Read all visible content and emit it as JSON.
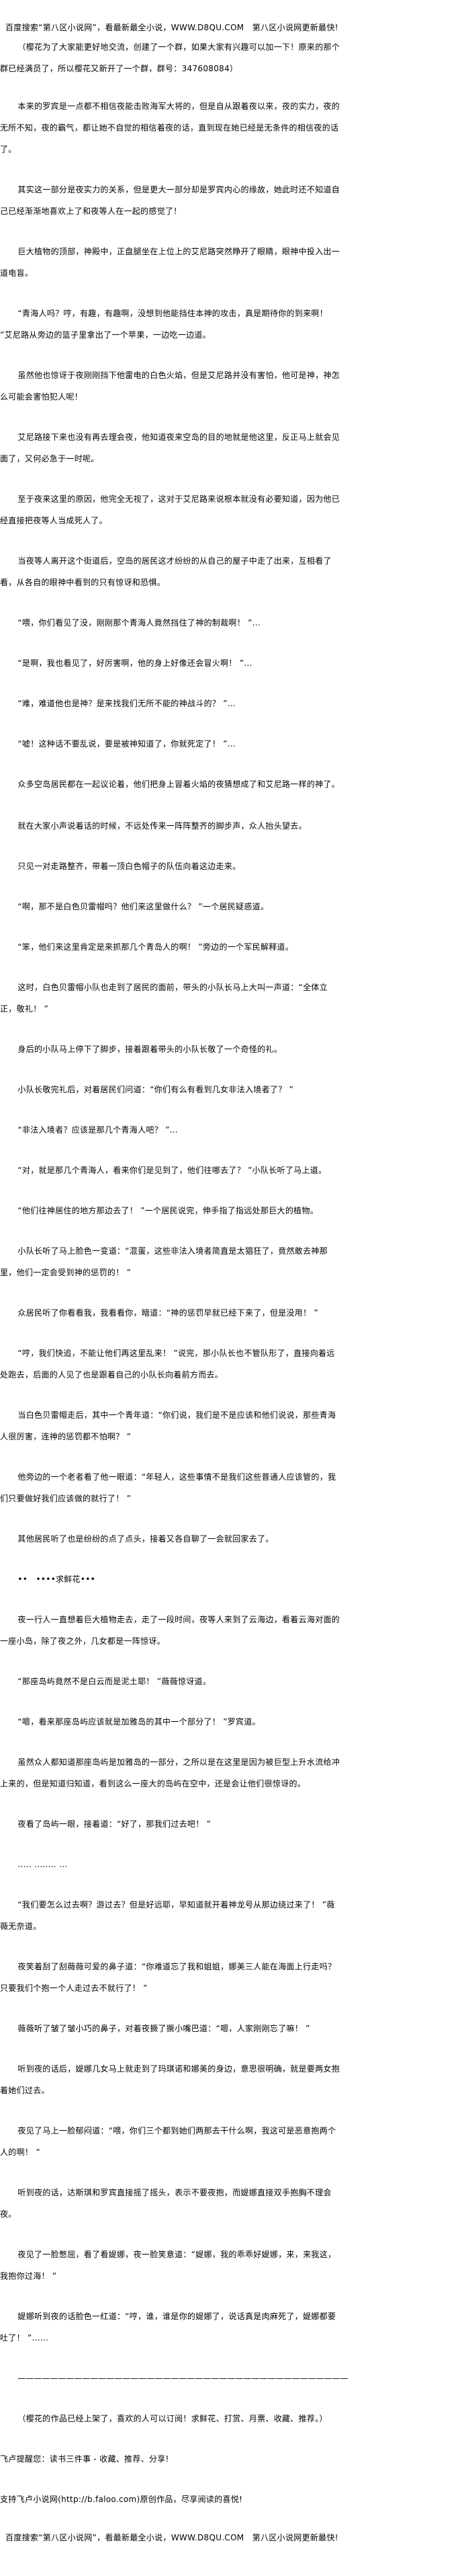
{
  "header_ad": "百度搜索“第八区小说网”，看最新最全小说，WWW.D8QU.COM　第八区小说网更新最快!",
  "notice": "（樱花为了大家能更好地交流，创建了一个群，如果大家有兴趣可以加一下！原来的那个群已经满员了，所以樱花又新开了一个群，群号：347608084）",
  "paragraphs": [
    "本来的罗宾是一点都不相信夜能击败海军大将的，但是自从跟着夜以来，夜的实力，夜的无所不知，夜的霸气，都让她不自觉的相信着夜的话，直到现在她已经是无条件的相信夜的话了。",
    "其实这一部分是夜实力的关系，但是更大一部分却是罗宾内心的缘故，她此时还不知道自己已经渐渐地喜欢上了和夜等人在一起的感觉了！",
    "巨大植物的顶部，神殿中，正盘腿坐在上位上的艾尼路突然睁开了眼睛，眼神中投入出一道电盲。",
    "“青海人吗？哼，有趣，有趣啊，没想到他能挡住本神的攻击，真是期待你的到来啊！ ”艾尼路从旁边的篮子里拿出了一个苹果，一边吃一边道。",
    "虽然他也惊讶于夜刚刚挡下他雷电的白色火焰，但是艾尼路并没有害怕，他可是神，神怎么可能会害怕犯人呢！",
    "艾尼路接下来也没有再去理会夜，他知道夜来空岛的目的地就是他这里，反正马上就会见面了，又何必急于一时呢。",
    "至于夜来这里的原因，他完全无视了，这对于艾尼路来说根本就没有必要知道，因为他已经直接把夜等人当成死人了。",
    "当夜等人离开这个街道后，空岛的居民这才纷纷的从自己的屋子中走了出来，互相看了看，从各自的眼神中看到的只有惊讶和恐惧。",
    "“喂，你们看见了没，刚刚那个青海人竟然挡住了神的制裁啊！ ”...",
    "“是啊，我也看见了，好厉害啊，他的身上好像还会冒火啊！ ”...",
    "“难，难道他也是神？是来找我们无所不能的神战斗的？ ”...",
    "“嘘！这种话不要乱说，要是被神知道了，你就死定了！ ”...",
    "众多空岛居民都在一起议论着，他们把身上冒着火焰的夜猜想成了和艾尼路一样的神了。",
    "就在大家小声说着话的时候，不远处传来一阵阵整齐的脚步声，众人抬头望去。",
    "只见一对走路整齐，带着一顶白色帽子的队伍向着这边走来。",
    "“啊，那不是白色贝雷帽吗？他们来这里做什么？ ”一个居民疑惑道。",
    "“笨，他们来这里肯定是来抓那几个青岛人的啊！ ”旁边的一个军民解释道。",
    "这时，白色贝雷帽小队也走到了居民的面前，带头的小队长马上大叫一声道：“全体立正，敬礼！ ”",
    "身后的小队马上停下了脚步，接着跟着带头的小队长敬了一个奇怪的礼。",
    "小队长敬完礼后，对着居民们问道：“你们有么有看到几女非法入境者了？ ”",
    "“非法入境者？应该是那几个青海人吧？ ”...",
    "“对，就是那几个青海人，看来你们是见到了，他们往哪去了？ ”小队长听了马上道。",
    "“他们往神居住的地方那边去了！ ”一个居民说完，伸手指了指远处那巨大的植物。",
    "小队长听了马上脸色一变道：“混蛋，这些非法入境者简直是太猖狂了，竟然敢去神那里，他们一定会受到神的惩罚的！ ”",
    "众居民听了你看看我，我看看你，暗道：“神的惩罚早就已经下来了，但是没用！ ”",
    "“哼，我们快追，不能让他们再这里乱来！ ”说完，那小队长也不管队形了，直接向着远处跑去，后面的人见了也是跟着自己的小队长向着前方而去。",
    "当白色贝雷帽走后，其中一个青年道：“你们说，我们是不是应该和他们说说，那些青海人很厉害，连神的惩罚都不怕啊？ ”",
    "他旁边的一个老者看了他一眼道：“年轻人，这些事情不是我们这些普通人应该管的，我们只要做好我们应该做的就行了！ ”",
    "其他居民听了也是纷纷的点了点头，接着又各自聊了一会就回家去了。",
    "••　••••求鲜花•••",
    "夜一行人一直想着巨大植物走去，走了一段时间，夜等人来到了云海边，看着云海对面的一座小岛，除了夜之外，几女都是一阵惊讶。",
    "“那座岛屿竟然不是白云而是泥土耶！ ”薇薇惊讶道。",
    "“嗯，看来那座岛屿应该就是加雅岛的其中一个部分了！ ”罗宾道。",
    "虽然众人都知道那座岛屿是加雅岛的一部分，之所以是在这里是因为被巨型上升水流给冲上来的，但是知道归知道，看到这么一座大的岛屿在空中，还是会让他们很惊讶的。",
    "夜看了岛屿一眼，接着道：“好了，那我们过去吧！ ”",
    "..... ........ ...",
    "“我们要怎么过去啊？游过去？但是好远耶，早知道就开着神龙号从那边绕过来了！ ”薇薇无奈道。",
    "夜笑着刮了刮薇薇可爱的鼻子道：“你难道忘了我和姐姐，娜美三人能在海面上行走吗？只要我们个抱一个人走过去不就行了！ ”",
    "薇薇听了皱了皱小巧的鼻子，对着夜撅了撅小嘴巴道：“嗯，人家刚刚忘了嘛！ ”",
    "听到夜的话后，媞娜几女马上就走到了玛琪诺和娜美的身边，意思很明确，就是要两女抱着她们过去。",
    "夜见了马上一脸郁闷道：“喂，你们三个都到她们两那去干什么啊，我这可是恶意抱两个人的啊！ ”",
    "听到夜的话，达斯琪和罗宾直接摇了摇头，表示不要夜抱，而媞娜直接双手抱胸不理会夜。",
    "夜见了一脸憋屈，看了看媞娜，夜一脸笑意道：“媞娜，我的乖乖好媞娜，来，来我这，我抱你过海！ ”",
    "媞娜听到夜的话脸色一红道：“哼，谁，谁是你的媞娜了，说话真是肉麻死了，媞娜都要吐了！ ”......"
  ],
  "separator": "—————————————————————————————————————————",
  "footer": {
    "author_note": "（樱花的作品已经上架了，喜欢的人可以订阅！求鲜花、打赏、月票、收藏、推荐。）",
    "reminder": "飞卢提醒您：读书三件事 - 收藏、推荐、分享!",
    "support": "支持飞卢小说网(http://b.faloo.com)原创作品，尽享阅读的喜悦!",
    "ad": "百度搜索“第八区小说网”，看最新最全小说，WWW.D8QU.COM　第八区小说网更新最快!"
  }
}
